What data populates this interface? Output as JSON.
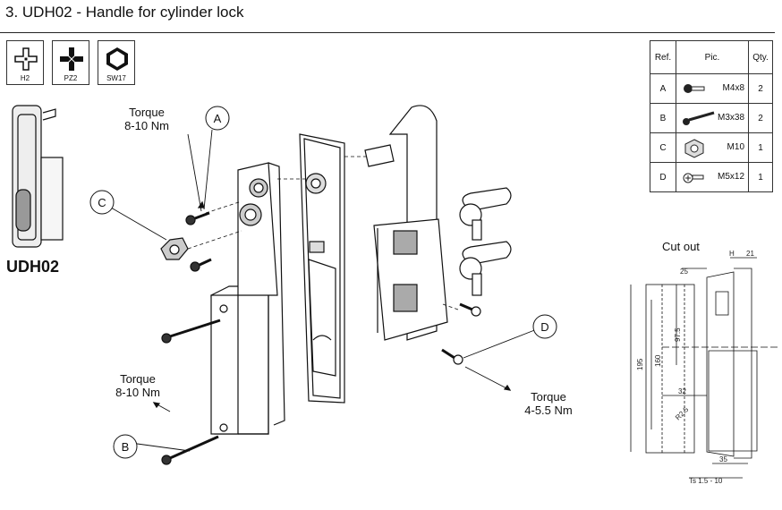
{
  "header": {
    "title": "3. UDH02 - Handle for cylinder lock"
  },
  "tools": [
    {
      "icon": "hex-h-cross-icon",
      "label": "H2"
    },
    {
      "icon": "pozidriv-cross-icon",
      "label": "PZ2"
    },
    {
      "icon": "hex-socket-icon",
      "label": "SW17"
    }
  ],
  "product": {
    "model": "UDH02"
  },
  "parts_table": {
    "headers": [
      "Ref.",
      "Pic.",
      "Qty."
    ],
    "rows": [
      {
        "ref": "A",
        "part": "M4x8",
        "qty": "2"
      },
      {
        "ref": "B",
        "part": "M3x38",
        "qty": "2"
      },
      {
        "ref": "C",
        "part": "M10",
        "qty": "1"
      },
      {
        "ref": "D",
        "part": "M5x12",
        "qty": "1"
      }
    ]
  },
  "callouts": {
    "A": "A",
    "B": "B",
    "C": "C",
    "D": "D",
    "torque_top": {
      "line1": "Torque",
      "line2": "8-10 Nm"
    },
    "torque_bottom": {
      "line1": "Torque",
      "line2": "8-10 Nm"
    },
    "torque_right": {
      "line1": "Torque",
      "line2": "4-5.5 Nm"
    }
  },
  "cutout": {
    "label": "Cut out",
    "dims": {
      "h": "H",
      "d21": "21",
      "d25": "25",
      "d97": "97.5",
      "d195": "195",
      "d160": "160",
      "d32": "32",
      "d35": "35",
      "ts": "Ts 1.5 - 10",
      "r": "R2.5"
    }
  }
}
